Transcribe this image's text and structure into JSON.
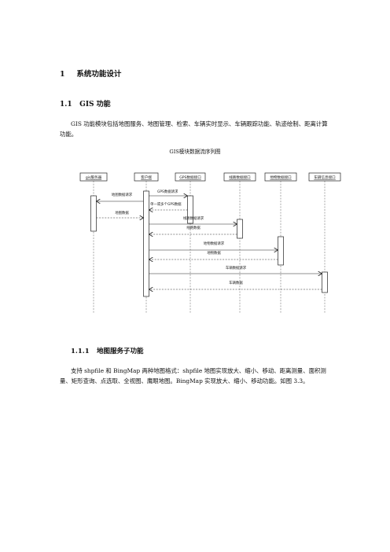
{
  "section": {
    "num": "1",
    "title": "系统功能设计"
  },
  "subsection": {
    "num": "1.1",
    "title": "GIS 功能"
  },
  "intro": "GIS 功能模块包括地图服务、地图管理、检索、车辆实时显示、车辆跟踪功能、轨迹绘制、距离计算功能。",
  "diagram": {
    "caption": "GIS模块数据流序列图",
    "participants": [
      "gis服务器",
      "客户端",
      "GPS数据接口",
      "线路数据接口",
      "地物数据接口",
      "车辆信息接口"
    ],
    "messages": [
      "地图数据请求",
      "GPS数据请求",
      "单一或多个GPS数据",
      "地图数据",
      "线路数据请求",
      "线路数据",
      "地物数据请求",
      "地物数据",
      "车辆数据请求",
      "车辆数据"
    ]
  },
  "subsub": {
    "num": "1.1.1",
    "title": "地图服务子功能"
  },
  "body": "支持 shpfile 和 BingMap 两种地图格式：shpfile 地图实现放大、缩小、移动、距离测量、面积测量、矩形查询、点选取、全视图、鹰眼地图。BingMap 实现放大、缩小、移动功能。如图 3.3。"
}
